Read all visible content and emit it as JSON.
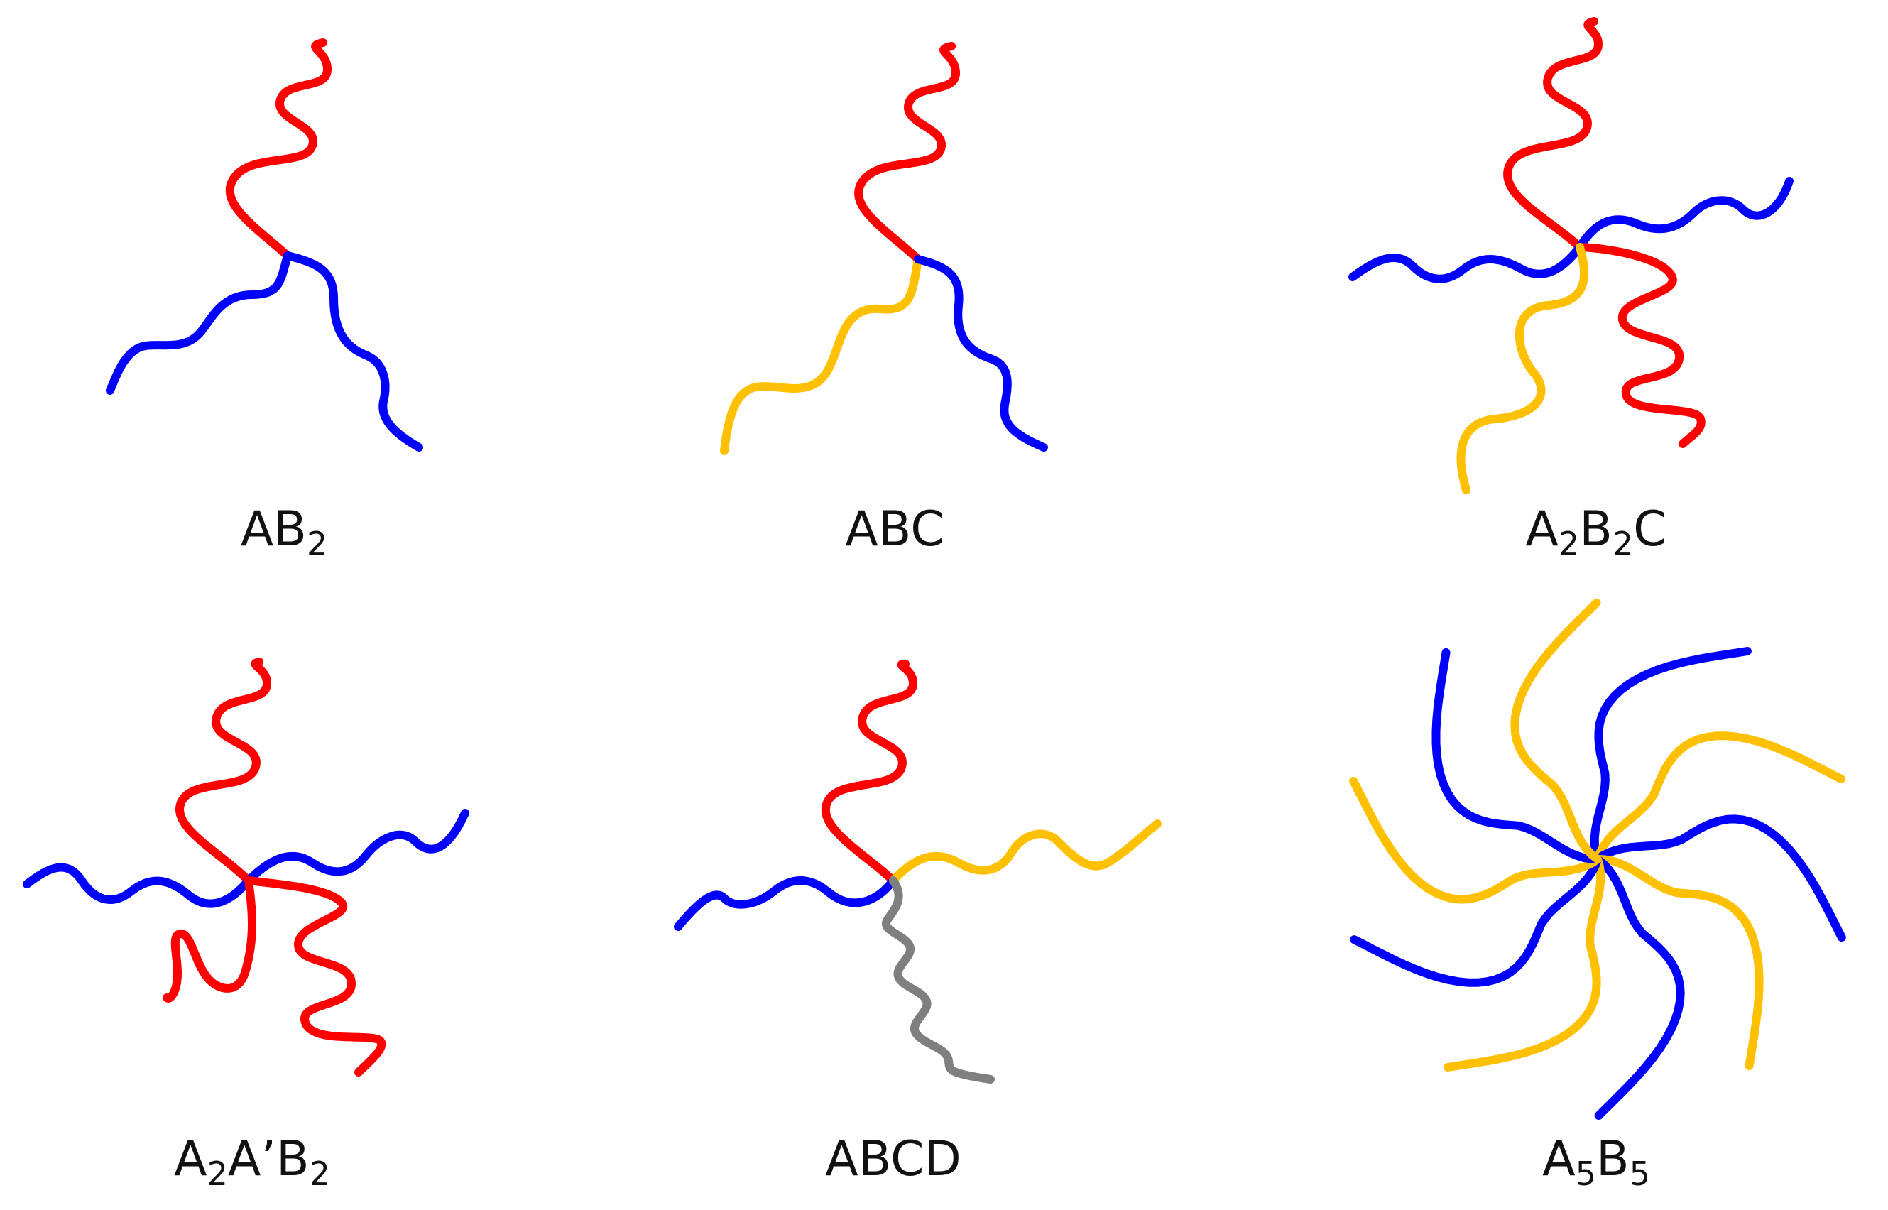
{
  "colors": {
    "red": "#ff0000",
    "blue": "#0000ff",
    "yellow": "#ffc000",
    "gray": "#7f7f7f",
    "text": "#111111"
  },
  "panels": [
    {
      "id": "ab2",
      "label": [
        {
          "t": "AB"
        },
        {
          "t": "2",
          "sub": true
        }
      ],
      "arms": [
        "red",
        "blue",
        "blue"
      ]
    },
    {
      "id": "abc",
      "label": [
        {
          "t": "ABC"
        }
      ],
      "arms": [
        "red",
        "yellow",
        "blue"
      ]
    },
    {
      "id": "a2b2c",
      "label": [
        {
          "t": "A"
        },
        {
          "t": "2",
          "sub": true
        },
        {
          "t": "B"
        },
        {
          "t": "2",
          "sub": true
        },
        {
          "t": "C"
        }
      ],
      "arms": [
        "red",
        "blue",
        "blue",
        "red",
        "yellow"
      ]
    },
    {
      "id": "a2a2b2",
      "label": [
        {
          "t": "A"
        },
        {
          "t": "2",
          "sub": true
        },
        {
          "t": "A’B"
        },
        {
          "t": "2",
          "sub": true
        }
      ],
      "arms": [
        "red",
        "blue",
        "blue",
        "red",
        "red"
      ]
    },
    {
      "id": "abcd",
      "label": [
        {
          "t": "ABCD"
        }
      ],
      "arms": [
        "red",
        "blue",
        "yellow",
        "gray"
      ]
    },
    {
      "id": "a5b5",
      "label": [
        {
          "t": "A"
        },
        {
          "t": "5",
          "sub": true
        },
        {
          "t": "B"
        },
        {
          "t": "5",
          "sub": true
        }
      ],
      "arms": [
        "blue",
        "yellow",
        "blue",
        "yellow",
        "blue",
        "yellow",
        "blue",
        "yellow",
        "blue",
        "yellow"
      ]
    }
  ]
}
